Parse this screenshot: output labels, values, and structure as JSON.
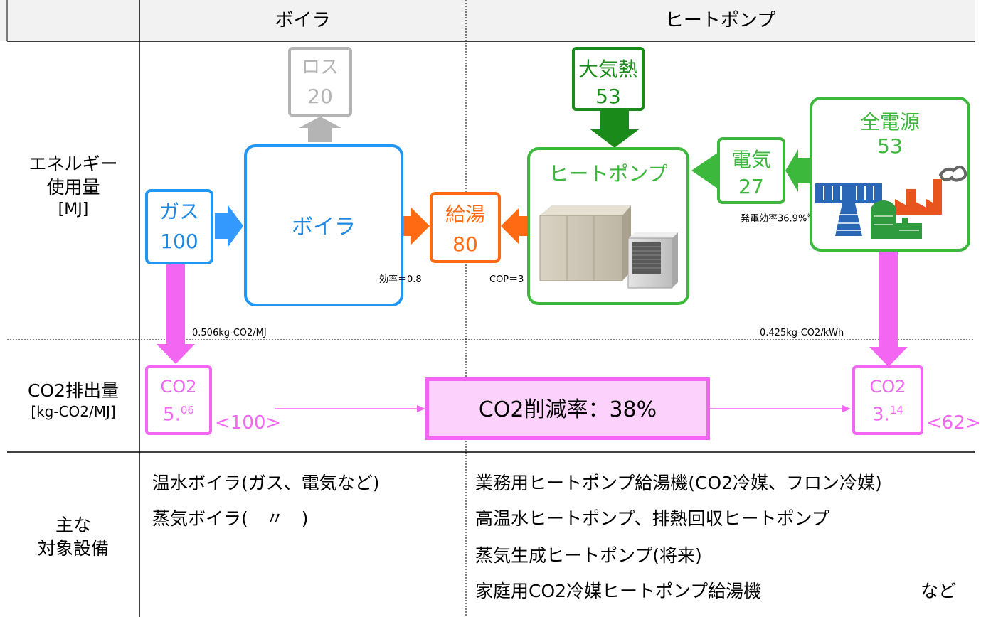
{
  "header": {
    "boiler": "ボイラ",
    "heatpump": "ヒートポンプ"
  },
  "rows": {
    "energy": {
      "line1": "エネルギー",
      "line2": "使用量",
      "line3": "[MJ]"
    },
    "co2": {
      "line1": "CO2排出量",
      "line2": "[kg-CO2/MJ]"
    },
    "equipment": {
      "line1": "主な",
      "line2": "対象設備"
    }
  },
  "boiler_side": {
    "loss": {
      "label": "ロス",
      "value": "20"
    },
    "gas": {
      "label": "ガス",
      "value": "100"
    },
    "boiler": {
      "label": "ボイラ"
    },
    "efficiency": "効率＝0.8",
    "factor": "0.506kg-CO2/MJ",
    "co2": {
      "label": "CO2",
      "value_main": "5.",
      "value_sup": "06"
    },
    "index": "<100>"
  },
  "hot_water": {
    "label": "給湯",
    "value": "80"
  },
  "hp_side": {
    "air_heat": {
      "label": "大気熱",
      "value": "53"
    },
    "heatpump": {
      "label": "ヒートポンプ"
    },
    "cop": "COP＝3",
    "electricity": {
      "label": "電気",
      "value": "27"
    },
    "power_source": {
      "label": "全電源",
      "value": "53"
    },
    "gen_efficiency": "発電効率36.9%",
    "gen_efficiency_note": "※1",
    "factor": "0.425kg-CO2/kWh",
    "co2": {
      "label": "CO2",
      "value_main": "3.",
      "value_sup": "14"
    },
    "index": "<62>"
  },
  "reduction": "CO2削減率：38%",
  "equipment": {
    "boiler": [
      "温水ボイラ(ガス、電気など)",
      "蒸気ボイラ(　〃　)"
    ],
    "heatpump": [
      "業務用ヒートポンプ給湯機(CO2冷媒、フロン冷媒)",
      "高温水ヒートポンプ、排熱回収ヒートポンプ",
      "蒸気生成ヒートポンプ(将来)",
      "家庭用CO2冷媒ヒートポンプ給湯機"
    ],
    "etc": "など"
  },
  "colors": {
    "blue": "#2196f3",
    "orange": "#ff6a13",
    "green": "#3cb83c",
    "dark_green": "#1a8a1a",
    "gray": "#b4b4b4",
    "magenta": "#f266f2",
    "pink_fill": "#fcd2fc"
  },
  "icons": [
    "heat-pump-unit-image",
    "power-plant-icon",
    "transmission-tower-icon",
    "factory-icon"
  ]
}
